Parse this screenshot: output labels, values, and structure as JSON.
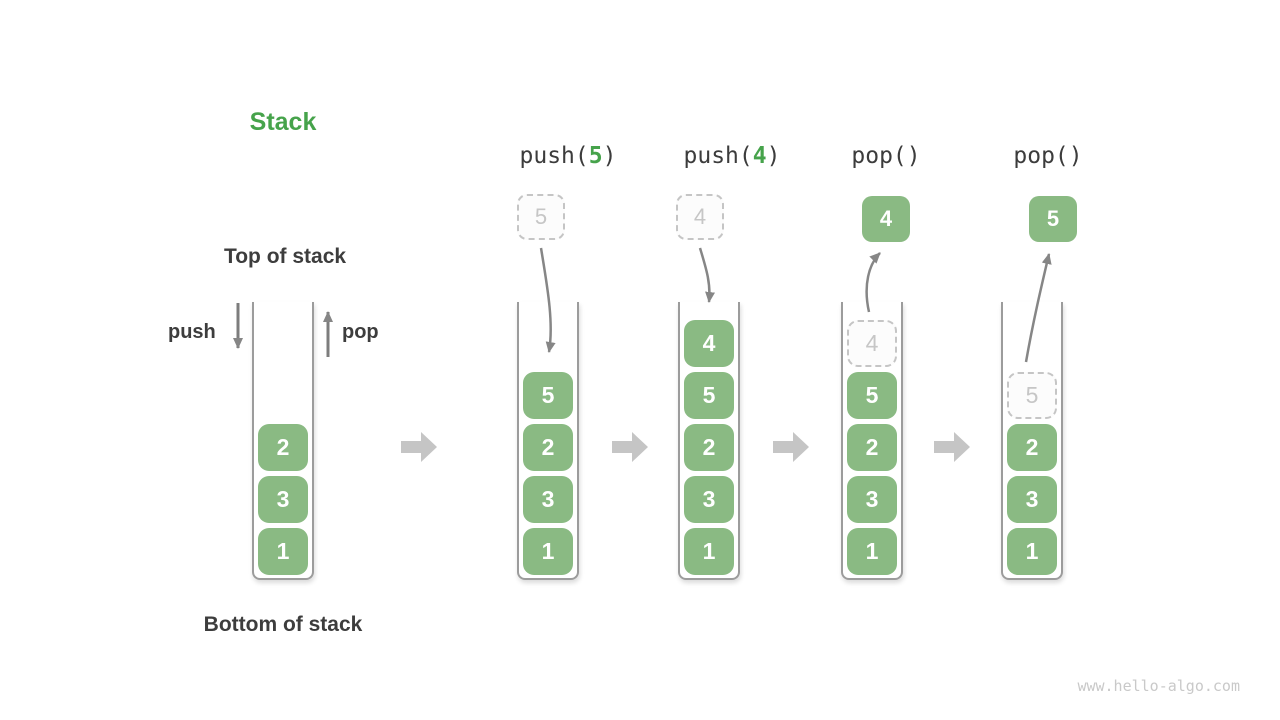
{
  "legend": {
    "title": "Stack",
    "top_of_stack": "Top of stack",
    "bottom_of_stack": "Bottom of stack",
    "push": "push",
    "pop": "pop"
  },
  "operations": [
    {
      "name": "push(",
      "arg": "5",
      "close": ")"
    },
    {
      "name": "push(",
      "arg": "4",
      "close": ")"
    },
    {
      "name": "pop(",
      "arg": "",
      "close": ")"
    },
    {
      "name": "pop(",
      "arg": "",
      "close": ")"
    }
  ],
  "floating_boxes": [
    {
      "value": "5",
      "style": "dashed",
      "meaning": "element being pushed"
    },
    {
      "value": "4",
      "style": "dashed",
      "meaning": "element being pushed"
    },
    {
      "value": "4",
      "style": "solid",
      "meaning": "element popped off"
    },
    {
      "value": "5",
      "style": "solid",
      "meaning": "element popped off"
    }
  ],
  "stacks": [
    {
      "name": "initial",
      "cells": [
        {
          "value": "2",
          "dashed": false
        },
        {
          "value": "3",
          "dashed": false
        },
        {
          "value": "1",
          "dashed": false
        }
      ]
    },
    {
      "name": "after-push-5",
      "cells": [
        {
          "value": "5",
          "dashed": false
        },
        {
          "value": "2",
          "dashed": false
        },
        {
          "value": "3",
          "dashed": false
        },
        {
          "value": "1",
          "dashed": false
        }
      ]
    },
    {
      "name": "after-push-4",
      "cells": [
        {
          "value": "4",
          "dashed": false
        },
        {
          "value": "5",
          "dashed": false
        },
        {
          "value": "2",
          "dashed": false
        },
        {
          "value": "3",
          "dashed": false
        },
        {
          "value": "1",
          "dashed": false
        }
      ]
    },
    {
      "name": "after-pop-4",
      "cells": [
        {
          "value": "4",
          "dashed": true
        },
        {
          "value": "5",
          "dashed": false
        },
        {
          "value": "2",
          "dashed": false
        },
        {
          "value": "3",
          "dashed": false
        },
        {
          "value": "1",
          "dashed": false
        }
      ]
    },
    {
      "name": "after-pop-5",
      "cells": [
        {
          "value": "5",
          "dashed": true
        },
        {
          "value": "2",
          "dashed": false
        },
        {
          "value": "3",
          "dashed": false
        },
        {
          "value": "1",
          "dashed": false
        }
      ]
    }
  ],
  "colors": {
    "box_green": "#8aba83",
    "accent_green": "#46a34b",
    "dark_text": "#3d3d3d",
    "dashed_gray": "#c5c5c5",
    "thin_arrow_gray": "#868686",
    "big_arrow_gray": "#c5c5c5",
    "container_gray": "#9c9c9c",
    "watermark_gray": "#c9c9c9"
  },
  "watermark": "www.hello-algo.com"
}
